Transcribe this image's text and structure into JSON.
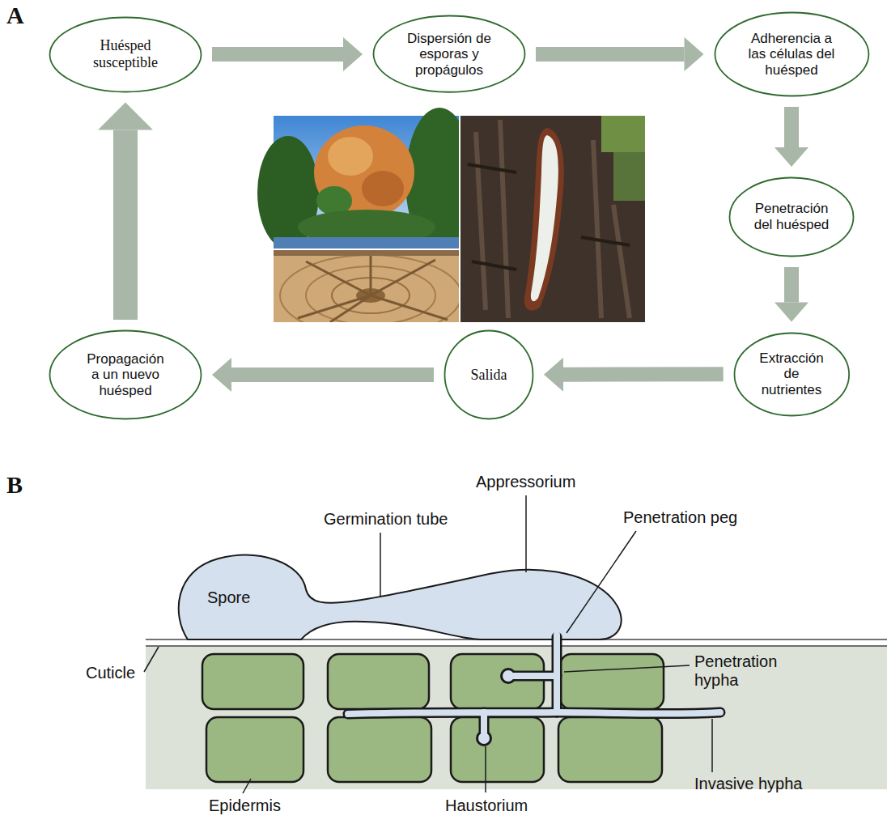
{
  "diagram": {
    "nodes": [
      {
        "text": [
          "Huésped susceptible"
        ]
      },
      {
        "text": [
          "Dispersión de esporas y propágulos"
        ]
      },
      {
        "text": [
          "Adherencia a las células del huésped"
        ]
      },
      {
        "text": [
          "Penetración del huésped"
        ]
      },
      {
        "text": [
          "Extracción de nutrientes"
        ]
      },
      {
        "text": [
          "Salida"
        ]
      },
      {
        "text": [
          "Propagación a un nuevo huésped"
        ]
      }
    ],
    "edges": [
      {
        "from": 0,
        "to": 1,
        "arrow": "to"
      },
      {
        "from": 1,
        "to": 2,
        "arrow": "to"
      },
      {
        "from": 2,
        "to": 3,
        "arrow": "to"
      },
      {
        "from": 3,
        "to": 4,
        "arrow": "to"
      },
      {
        "from": 4,
        "to": 5,
        "arrow": "to"
      },
      {
        "from": 5,
        "to": 6,
        "arrow": "to"
      },
      {
        "from": 6,
        "to": 0,
        "arrow": "to"
      }
    ],
    "labels": [
      "A",
      "B",
      "Appressorium",
      "Germination tube",
      "Penetration peg",
      "Spore",
      "Cuticle",
      "Penetration hypha",
      "Epidermis",
      "Haustorium",
      "Invasive hypha"
    ]
  }
}
